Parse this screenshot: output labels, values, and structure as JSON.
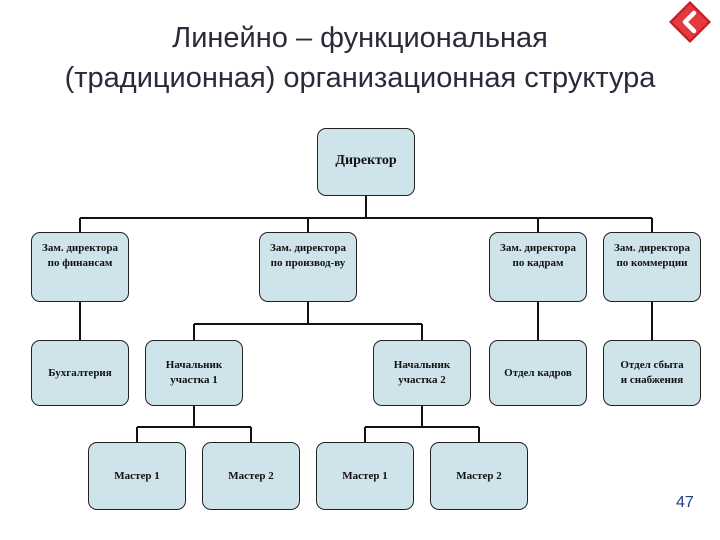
{
  "title": {
    "line1": "Линейно – функциональная",
    "line2": "(традиционная) организационная структура"
  },
  "colors": {
    "box_fill": "#cfe3ea",
    "accent": "#d8232a"
  },
  "icons": {
    "nav": "back-chevron-icon"
  },
  "org": {
    "director": "Директор",
    "deputies": {
      "finance": "Зам. директора\nпо финансам",
      "production": "Зам. директора\nпо производ-ву",
      "hr": "Зам. директора\nпо кадрам",
      "commerce": "Зам. директора\nпо коммерции"
    },
    "departments": {
      "accounting": "Бухгалтерия",
      "section1_head": "Начальник\nучастка 1",
      "section2_head": "Начальник\nучастка 2",
      "hr_dept": "Отдел кадров",
      "sales_dept": "Отдел сбыта\nи снабжения"
    },
    "masters": {
      "s1_m1": "Мастер 1",
      "s1_m2": "Мастер 2",
      "s2_m1": "Мастер 1",
      "s2_m2": "Мастер 2"
    }
  },
  "page_number": "47"
}
